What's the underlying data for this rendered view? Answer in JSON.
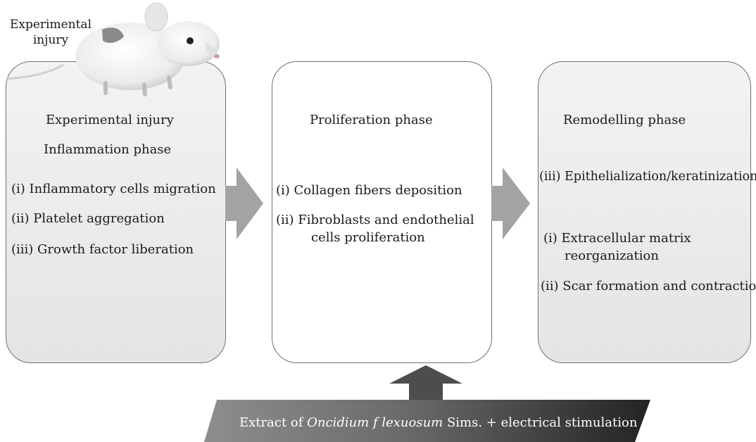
{
  "corner_label": {
    "line1": "Experimental",
    "line2": "injury"
  },
  "panels": [
    {
      "title": "Experimental injury",
      "subtitle": "Inflammation phase",
      "items": [
        "(i) Inflammatory cells migration",
        "(ii) Platelet aggregation",
        "(iii) Growth factor liberation"
      ]
    },
    {
      "title": "Proliferation phase",
      "items": [
        "(i) Collagen fibers deposition",
        "(ii) Fibroblasts and endothelial",
        "cells proliferation"
      ]
    },
    {
      "title": "Remodelling phase",
      "items": [
        "(iii) Epithelialization/keratinization",
        "(i) Extracellular matrix",
        "reorganization",
        "(ii) Scar formation and contraction"
      ]
    }
  ],
  "bottom_bar": {
    "prefix": "Extract of ",
    "species": "Oncidium f lexuosum",
    "suffix": " Sims. + electrical stimulation"
  },
  "colors": {
    "panel_border": "#6f6f6f",
    "arrow_gray": "#a3a3a3",
    "bottom_arrow": "#4d4d4d"
  }
}
